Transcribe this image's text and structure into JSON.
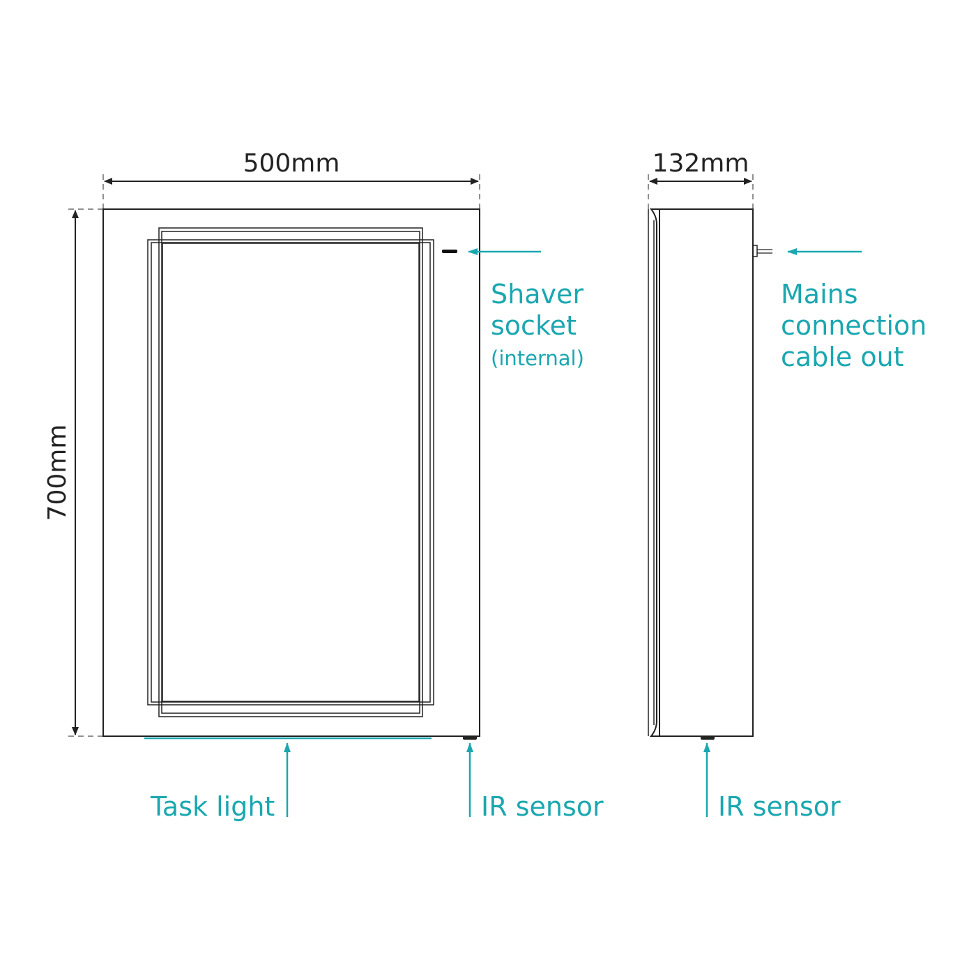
{
  "dimensions": {
    "width": "500mm",
    "depth": "132mm",
    "height": "700mm"
  },
  "labels": {
    "shaver_line1": "Shaver",
    "shaver_line2": "socket",
    "shaver_line3": "(internal)",
    "mains_line1": "Mains",
    "mains_line2": "connection",
    "mains_line3": "cable out",
    "task_light": "Task light",
    "ir_sensor_front": "IR sensor",
    "ir_sensor_side": "IR sensor"
  },
  "colors": {
    "accent": "#1aa7b0",
    "ink": "#222222",
    "background": "#ffffff"
  }
}
